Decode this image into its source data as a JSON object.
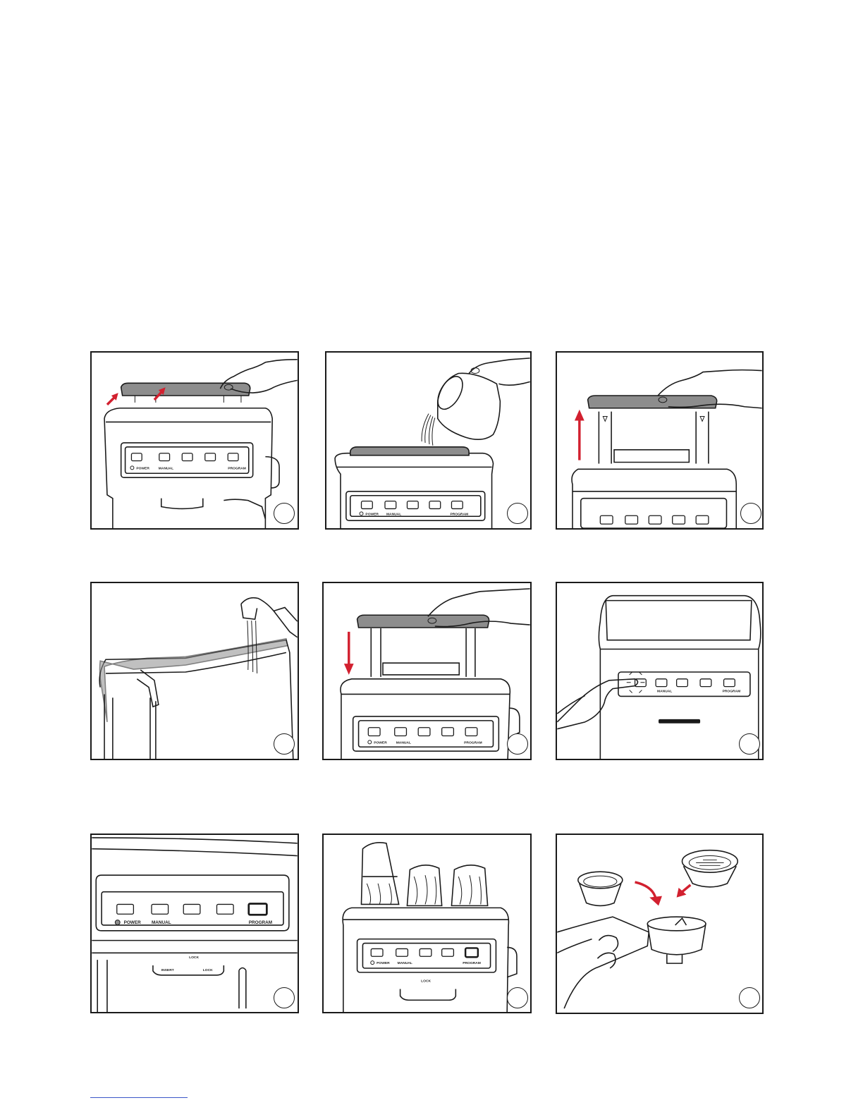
{
  "figures": [
    {
      "id": "p1",
      "action": "lift-lid"
    },
    {
      "id": "p2",
      "action": "pour-water"
    },
    {
      "id": "p3",
      "action": "lift-tank"
    },
    {
      "id": "p4",
      "action": "rinse-tank"
    },
    {
      "id": "p5",
      "action": "lower-tank"
    },
    {
      "id": "p6",
      "action": "press-power"
    },
    {
      "id": "p7",
      "action": "control-panel-closeup"
    },
    {
      "id": "p8",
      "action": "cups-on-warmer"
    },
    {
      "id": "p9",
      "action": "insert-filter"
    }
  ],
  "control_panel": {
    "power": "POWER",
    "manual": "MANUAL",
    "program": "PROGRAM",
    "lock": "LOCK",
    "insert": "INSERT"
  },
  "colors": {
    "arrow": "#d2202f",
    "outline": "#1a1a1a",
    "lid": "#8d8d8d",
    "footer_rule": "#3a55c8"
  }
}
